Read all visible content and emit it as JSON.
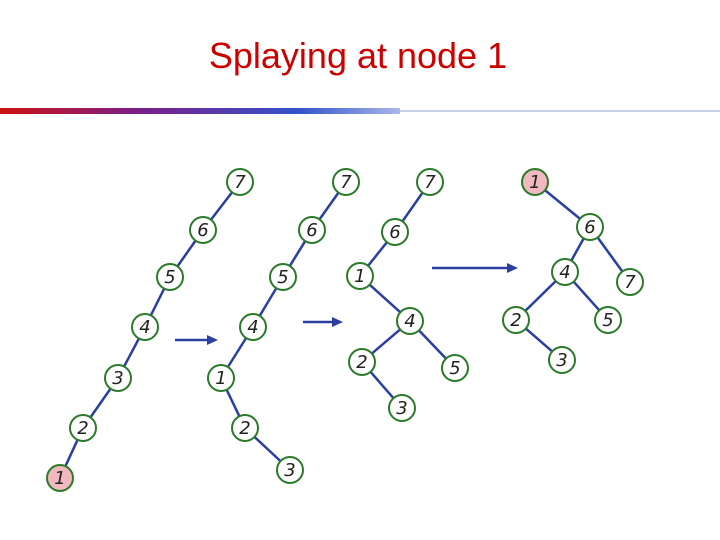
{
  "title": "Splaying at node 1",
  "colors": {
    "title": "#cc0000",
    "edge": "#2a3fa0",
    "node_ring": "#2a7a2a",
    "node_fill": "#ffffff",
    "highlight_fill": "#f2b8c0",
    "label": "#222222",
    "arrow": "#2a3fa0"
  },
  "trees": [
    {
      "nodes": [
        {
          "id": "t1n7",
          "label": "7",
          "highlight": false
        },
        {
          "id": "t1n6",
          "label": "6",
          "highlight": false
        },
        {
          "id": "t1n5",
          "label": "5",
          "highlight": false
        },
        {
          "id": "t1n4",
          "label": "4",
          "highlight": false
        },
        {
          "id": "t1n3",
          "label": "3",
          "highlight": false
        },
        {
          "id": "t1n2",
          "label": "2",
          "highlight": false
        },
        {
          "id": "t1n1",
          "label": "1",
          "highlight": true
        }
      ],
      "edges": [
        [
          "t1n7",
          "t1n6"
        ],
        [
          "t1n6",
          "t1n5"
        ],
        [
          "t1n5",
          "t1n4"
        ],
        [
          "t1n4",
          "t1n3"
        ],
        [
          "t1n3",
          "t1n2"
        ],
        [
          "t1n2",
          "t1n1"
        ]
      ]
    },
    {
      "nodes": [
        {
          "id": "t2n7",
          "label": "7",
          "highlight": false
        },
        {
          "id": "t2n6",
          "label": "6",
          "highlight": false
        },
        {
          "id": "t2n5",
          "label": "5",
          "highlight": false
        },
        {
          "id": "t2n4",
          "label": "4",
          "highlight": false
        },
        {
          "id": "t2n1",
          "label": "1",
          "highlight": false
        },
        {
          "id": "t2n2",
          "label": "2",
          "highlight": false
        },
        {
          "id": "t2n3",
          "label": "3",
          "highlight": false
        }
      ],
      "edges": [
        [
          "t2n7",
          "t2n6"
        ],
        [
          "t2n6",
          "t2n5"
        ],
        [
          "t2n5",
          "t2n4"
        ],
        [
          "t2n4",
          "t2n1"
        ],
        [
          "t2n1",
          "t2n2"
        ],
        [
          "t2n2",
          "t2n3"
        ]
      ]
    },
    {
      "nodes": [
        {
          "id": "t3n7",
          "label": "7",
          "highlight": false
        },
        {
          "id": "t3n6",
          "label": "6",
          "highlight": false
        },
        {
          "id": "t3n1",
          "label": "1",
          "highlight": false
        },
        {
          "id": "t3n4",
          "label": "4",
          "highlight": false
        },
        {
          "id": "t3n2",
          "label": "2",
          "highlight": false
        },
        {
          "id": "t3n5",
          "label": "5",
          "highlight": false
        },
        {
          "id": "t3n3",
          "label": "3",
          "highlight": false
        }
      ],
      "edges": [
        [
          "t3n7",
          "t3n6"
        ],
        [
          "t3n6",
          "t3n1"
        ],
        [
          "t3n1",
          "t3n4"
        ],
        [
          "t3n4",
          "t3n2"
        ],
        [
          "t3n4",
          "t3n5"
        ],
        [
          "t3n2",
          "t3n3"
        ]
      ]
    },
    {
      "nodes": [
        {
          "id": "t4n1",
          "label": "1",
          "highlight": true
        },
        {
          "id": "t4n6",
          "label": "6",
          "highlight": false
        },
        {
          "id": "t4n4",
          "label": "4",
          "highlight": false
        },
        {
          "id": "t4n7",
          "label": "7",
          "highlight": false
        },
        {
          "id": "t4n2",
          "label": "2",
          "highlight": false
        },
        {
          "id": "t4n5",
          "label": "5",
          "highlight": false
        },
        {
          "id": "t4n3",
          "label": "3",
          "highlight": false
        }
      ],
      "edges": [
        [
          "t4n1",
          "t4n6"
        ],
        [
          "t4n6",
          "t4n4"
        ],
        [
          "t4n6",
          "t4n7"
        ],
        [
          "t4n4",
          "t4n2"
        ],
        [
          "t4n4",
          "t4n5"
        ],
        [
          "t4n2",
          "t4n3"
        ]
      ]
    }
  ],
  "arrows": [
    {
      "id": "arrow-1"
    },
    {
      "id": "arrow-2"
    },
    {
      "id": "arrow-3"
    }
  ]
}
